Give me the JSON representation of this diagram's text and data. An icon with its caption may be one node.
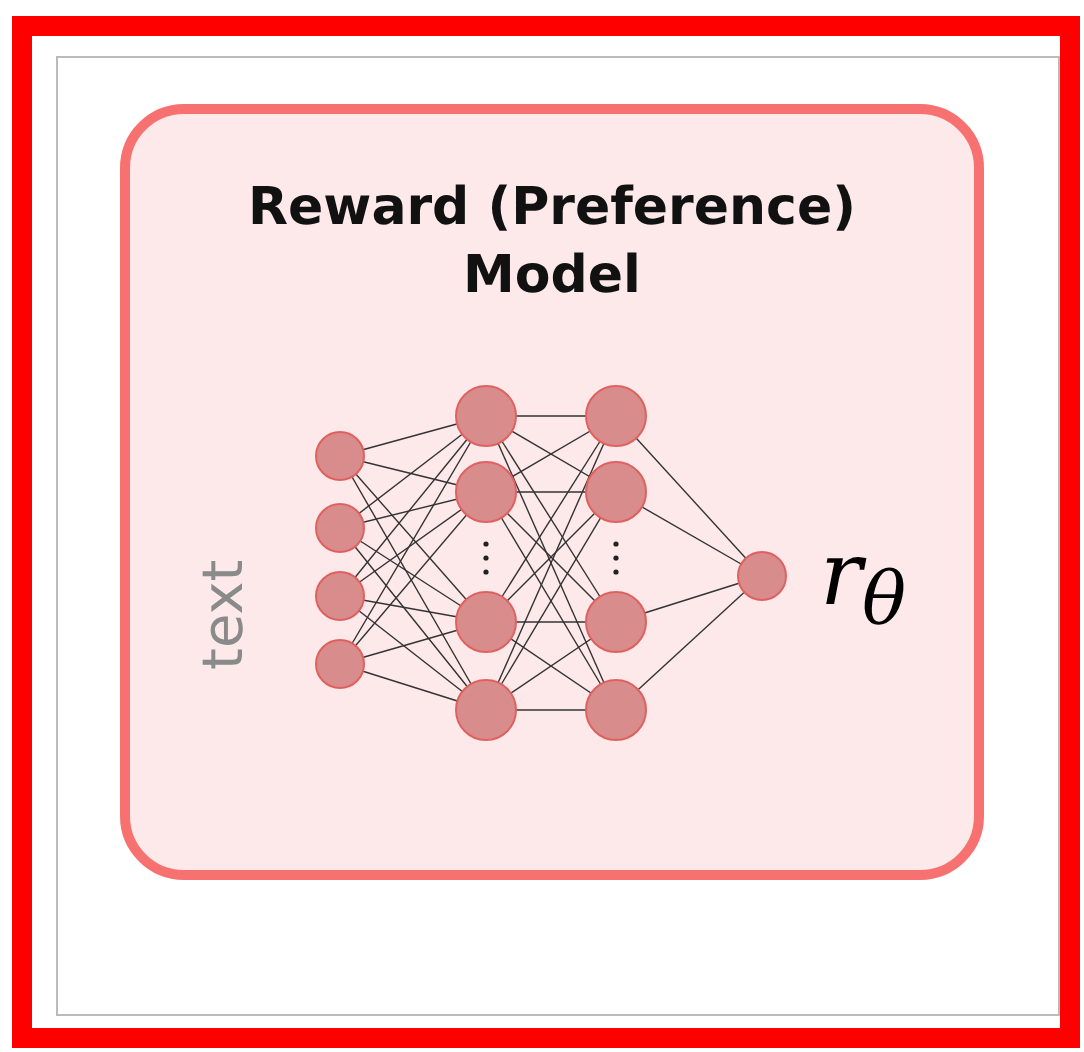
{
  "diagram": {
    "nodes": [
      {
        "text": [
          "Reward (Preference) Model"
        ]
      }
    ],
    "labels": [
      "text",
      "r$_{θ}$"
    ]
  }
}
